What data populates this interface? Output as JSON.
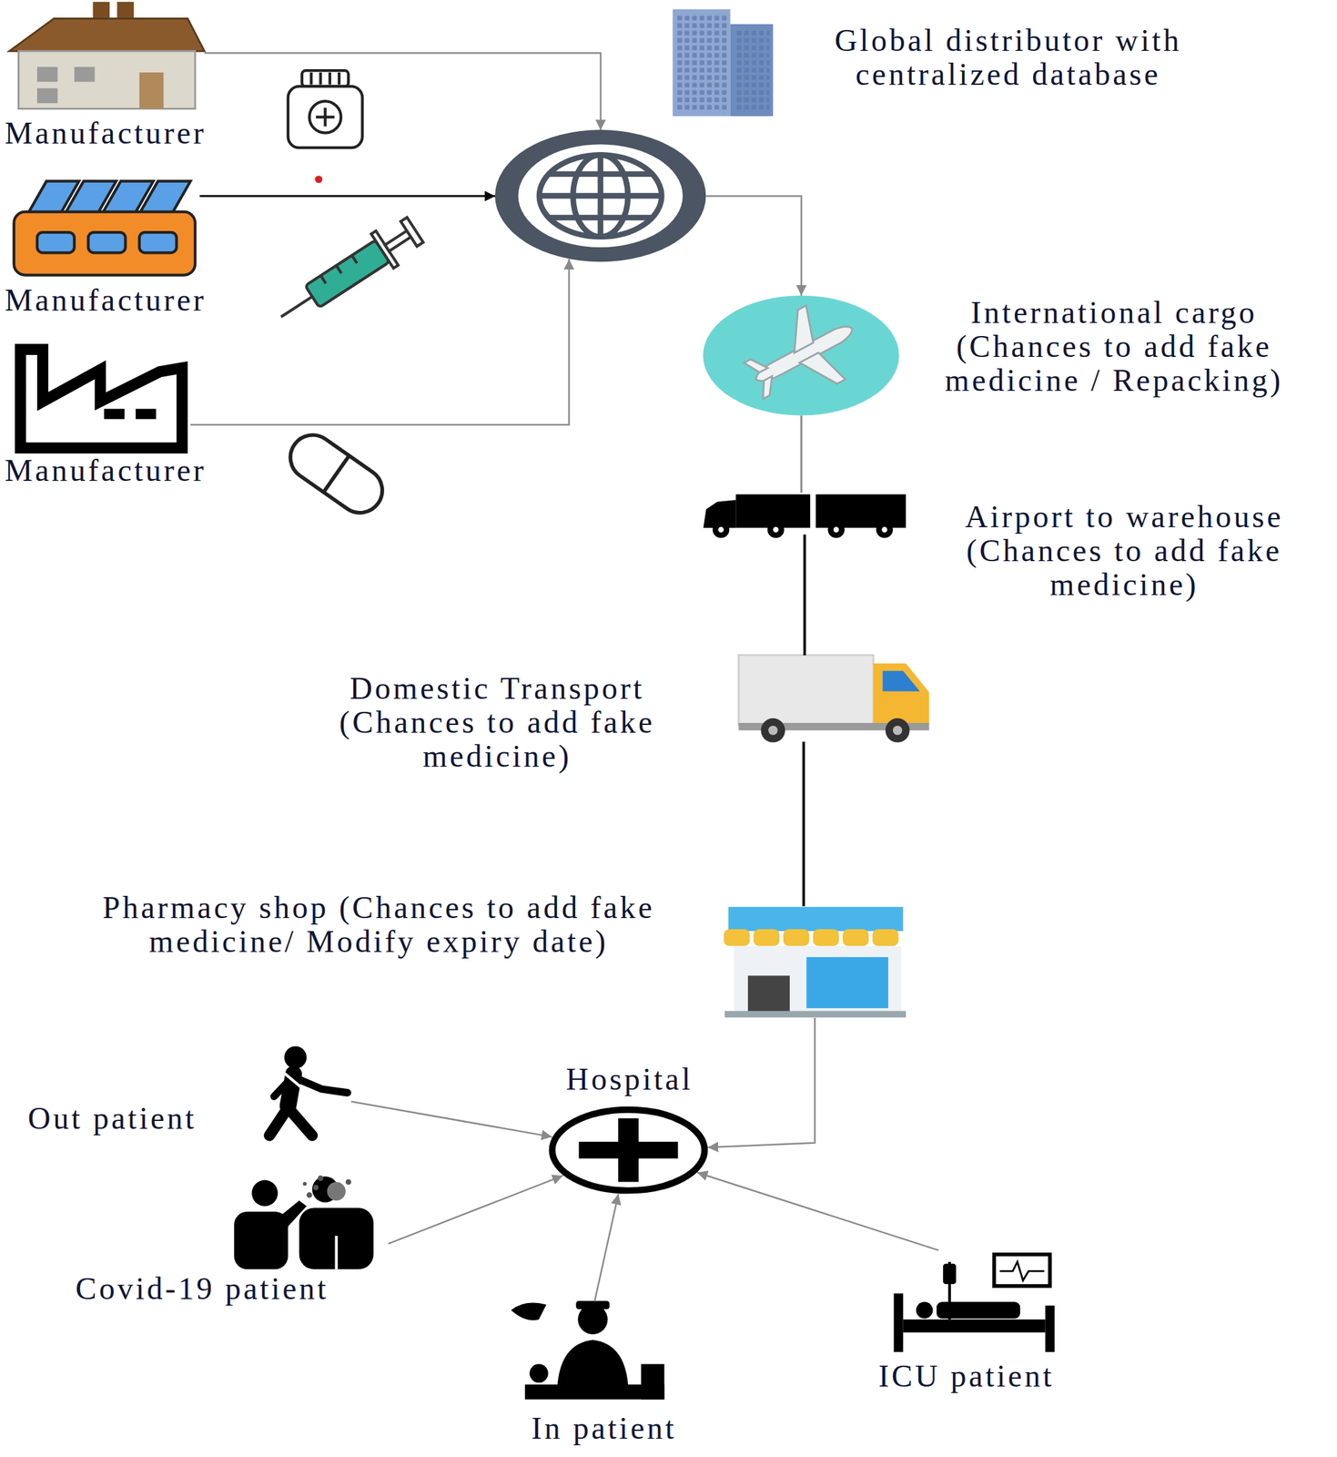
{
  "diagram": {
    "nodes": [
      {
        "text": [
          "Manufacturer"
        ]
      },
      {
        "text": [
          "Manufacturer"
        ]
      },
      {
        "text": [
          "Manufacturer"
        ]
      },
      {
        "text": [
          "Global distributor with centralized database"
        ]
      },
      {
        "text": [
          "International cargo (Chances to add fake medicine / Repacking)"
        ]
      },
      {
        "text": [
          "Airport to warehouse (Chances to add fake medicine)"
        ]
      },
      {
        "text": [
          "Domestic Transport (Chances to add fake medicine)"
        ]
      },
      {
        "text": [
          "Pharmacy shop (Chances to add fake medicine/ Modify expiry date)"
        ]
      },
      {
        "text": [
          "Hospital"
        ]
      },
      {
        "text": [
          "Out patient"
        ]
      },
      {
        "text": [
          "Covid-19 patient"
        ]
      },
      {
        "text": [
          "In patient"
        ]
      },
      {
        "text": [
          "ICU patient"
        ]
      }
    ],
    "edges": [
      {
        "from": 0,
        "to": 3,
        "arrow": "to"
      },
      {
        "from": 1,
        "to": 3,
        "arrow": "to"
      },
      {
        "from": 2,
        "to": 3,
        "arrow": "to"
      },
      {
        "from": 3,
        "to": 4,
        "arrow": "to"
      },
      {
        "from": 4,
        "to": 5,
        "arrow": "none"
      },
      {
        "from": 5,
        "to": 6,
        "arrow": "none"
      },
      {
        "from": 6,
        "to": 7,
        "arrow": "none"
      },
      {
        "from": 7,
        "to": 8,
        "arrow": "to"
      },
      {
        "from": 9,
        "to": 8,
        "arrow": "to"
      },
      {
        "from": 10,
        "to": 8,
        "arrow": "to"
      },
      {
        "from": 11,
        "to": 8,
        "arrow": "to"
      },
      {
        "from": 12,
        "to": 8,
        "arrow": "to"
      }
    ]
  }
}
